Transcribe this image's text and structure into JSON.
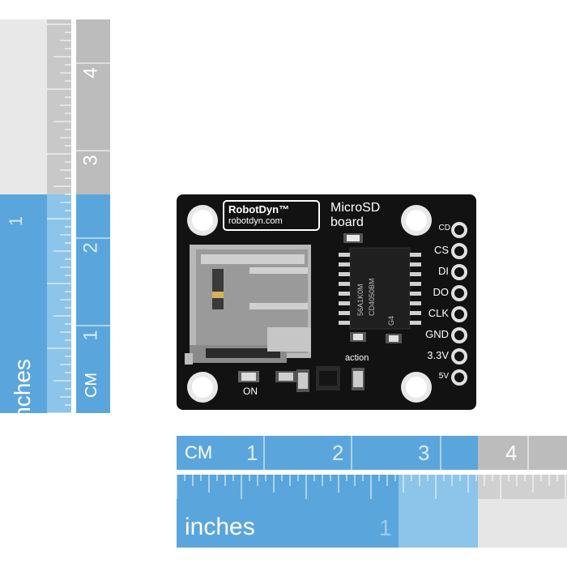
{
  "rulers": {
    "vertical_inch": {
      "unit_label": "inches",
      "ticks": [
        "1"
      ]
    },
    "vertical_cm": {
      "unit_label": "CM",
      "ticks": [
        "1",
        "2",
        "3",
        "4"
      ]
    },
    "horizontal_cm": {
      "unit_label": "CM",
      "ticks": [
        "1",
        "2",
        "3",
        "4"
      ]
    },
    "horizontal_inch": {
      "unit_label": "inches",
      "ticks": [
        "1"
      ]
    }
  },
  "board": {
    "logo": "RobotDyn™",
    "website": "robotdyn.com",
    "title_line1": "MicroSD",
    "title_line2": "board",
    "chip_line1": "56A1K0M",
    "chip_line2": "CD4050BM",
    "chip_code": "G4",
    "led_power_label": "ON",
    "led_action_label": "action",
    "pins": [
      "CD",
      "CS",
      "DI",
      "DO",
      "CLK",
      "GND",
      "3.3V",
      "5V"
    ]
  },
  "colors": {
    "ruler_blue": "#6ab0e0",
    "ruler_blue_dark": "#4f9fd6",
    "ruler_grey": "#c8c8c8",
    "ruler_grey_light": "#e6e6e6",
    "pcb": "#111111"
  }
}
